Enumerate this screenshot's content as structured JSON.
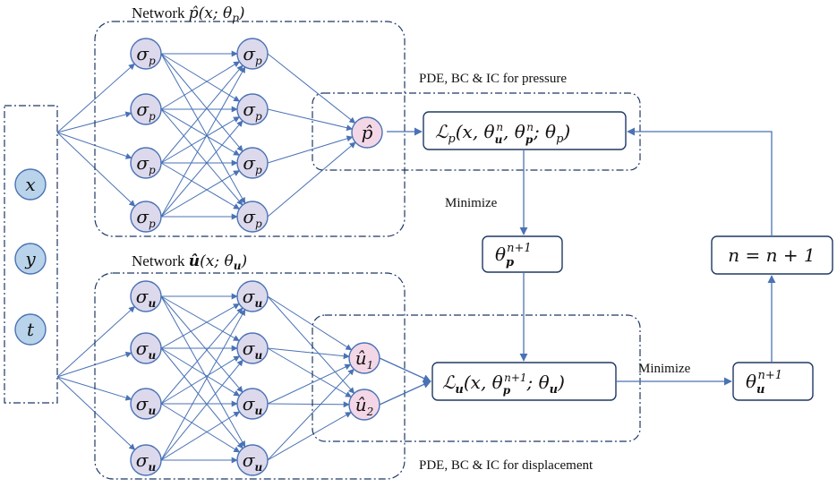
{
  "inputs": [
    {
      "id": "x",
      "label": "x"
    },
    {
      "id": "y",
      "label": "y"
    },
    {
      "id": "t",
      "label": "t"
    }
  ],
  "network_p": {
    "title_prefix": "Network ",
    "title_fn": "p̂",
    "title_arg": "(x; θ",
    "title_sub": "p",
    "title_close": ")",
    "hidden_symbol": "σ",
    "hidden_sub": "p",
    "output": {
      "label": "p̂"
    }
  },
  "network_u": {
    "title_prefix": "Network ",
    "title_fn": "û",
    "title_arg": "(x; θ",
    "title_sub": "u",
    "title_close": ")",
    "hidden_symbol": "σ",
    "hidden_sub": "u",
    "outputs": [
      {
        "label": "û",
        "sub": "1"
      },
      {
        "label": "û",
        "sub": "2"
      }
    ]
  },
  "pressure_box_label": "PDE, BC & IC for pressure",
  "displacement_box_label": "PDE, BC & IC for displacement",
  "loss_p": {
    "main": "ℒ",
    "sub": "p",
    "args": "(x, θ",
    "s1": "u",
    "sup1": "n",
    "mid": ", θ",
    "s2": "p",
    "sup2": "n",
    "end": "; θ",
    "s3": "p",
    "close": ")"
  },
  "loss_u": {
    "main": "ℒ",
    "sub": "u",
    "args": "(x, θ",
    "s1": "p",
    "sup1": "n+1",
    "end": "; θ",
    "s2": "u",
    "close": ")"
  },
  "theta_p_next": {
    "sym": "θ",
    "sub": "p",
    "sup": "n+1"
  },
  "theta_u_next": {
    "sym": "θ",
    "sub": "u",
    "sup": "n+1"
  },
  "increment": {
    "label": "n = n + 1"
  },
  "minimize_label_p": "Minimize",
  "minimize_label_u": "Minimize",
  "colors": {
    "node_fill": "#dcd9ec",
    "node_stroke": "#4a72b5",
    "input_fill": "#b8d3ea",
    "output_fill": "#f3d7e6",
    "edge": "#4a72b5",
    "box": "#1f3864"
  }
}
